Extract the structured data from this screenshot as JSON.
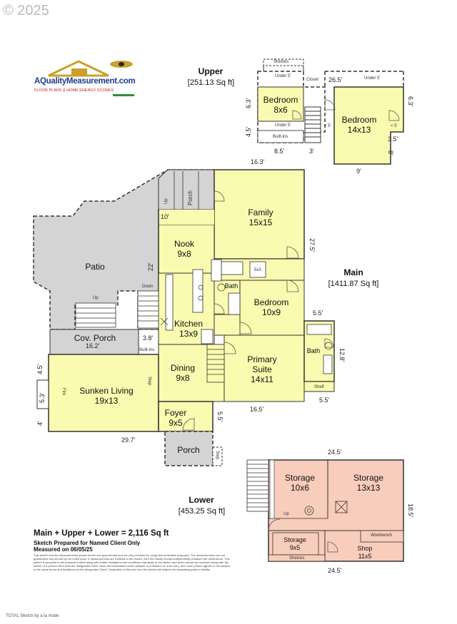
{
  "copyright": "© 2025",
  "logo": {
    "brand": "AQualityMeasurement.com",
    "tagline": "FLOOR PLANS & HOME ENERGY SCORES",
    "colors": {
      "red": "#c8202f",
      "blue": "#1f3b8f",
      "gold": "#c9a227",
      "green": "#2f8f3a"
    }
  },
  "levels": {
    "upper": {
      "name": "Upper",
      "area": "[251.13 Sq ft]"
    },
    "main": {
      "name": "Main",
      "area": "[1411.87 Sq ft]"
    },
    "lower": {
      "name": "Lower",
      "area": "[453.25 Sq ft]"
    }
  },
  "upper_rooms": {
    "bedroom1": "Bedroom\n8x6",
    "bedroom2": "Bedroom\n14x13",
    "shelves": "Shelves",
    "under5a": "Under 5'",
    "under5b": "Under 5'",
    "under5c": "Under 5'",
    "closet": "Closet",
    "builtins": "Built-ins",
    "lt5a": "< 5'",
    "lt5b": "< 5'"
  },
  "upper_dims": {
    "d1": "6.3'",
    "d2": "4.5'",
    "d3": "8.5'",
    "d4": "3'",
    "d5": "26.5'",
    "d6": "6.3'",
    "d7": "3.5'",
    "d8": "8'",
    "d9": "9'",
    "d10": "16.3'"
  },
  "main_rooms": {
    "family": "Family\n15x15",
    "nook": "Nook\n9x8",
    "patio": "Patio",
    "bath1": "Bath",
    "bedroom": "Bedroom\n10x9",
    "kitchen": "Kitchen\n13x9",
    "bath2": "Bath",
    "primary": "Primary\nSuite\n14x11",
    "dining": "Dining\n9x8",
    "covporch": "Cov. Porch",
    "sunken": "Sunken Living\n19x13",
    "foyer": "Foyer\n9x5",
    "porch_top": "Porch",
    "porch_bottom": "Porch",
    "up": "Up",
    "up2": "Up",
    "down": "Down",
    "builtins": "Built-ins",
    "step": "Step",
    "step2": "Step",
    "fire": "Fire",
    "shelf": "Shelf",
    "w5x3": "5x3"
  },
  "main_dims": {
    "d10": "10'",
    "d22": "22'",
    "d275": "27.5'",
    "d38": "3.8'",
    "d162": "16.2'",
    "d55a": "5.5'",
    "d128": "12.8'",
    "d55b": "5.5'",
    "d165": "16.5'",
    "d55c": "5.5'",
    "d45": "4.5'",
    "d53": "5.3'",
    "d4": "4'",
    "d297": "29.7'"
  },
  "lower_rooms": {
    "storage1": "Storage\n10x6",
    "storage2": "Storage\n13x13",
    "storage3": "Storage\n9x5",
    "shop": "Shop\n11x5",
    "workbench": "Workbench",
    "shelves": "Shelves",
    "up": "Up"
  },
  "lower_dims": {
    "top": "24.5'",
    "bottom": "24.5'",
    "right": "18.5'"
  },
  "summary": {
    "total": "Main + Upper + Lower = 2,116 Sq ft",
    "line2": "Sketch Prepared for Named Client Only",
    "line3": "Measured on 06/05/25",
    "disclaimer": "This sketch and the measurements shown herein are approximate and are only provided for rough demonstrative purposes. The measurements are not guaranteed and should not be relied upon. If measurements are material to the reader, then the reader should independently measure the dimensions. This sketch is provided to the preparer's client along with written limitations and conditions that apply to the sketch and which should be reviewed along with the sketch. If a person other than the designated Client views the information herein (despite a prohibition on such use), then such person agrees to the subject to the same terms and limitations as the designated Client. Separation of this text from the sketch will subject the separating party to liability."
  },
  "footer": "TOTAL Sketch by a la mode"
}
